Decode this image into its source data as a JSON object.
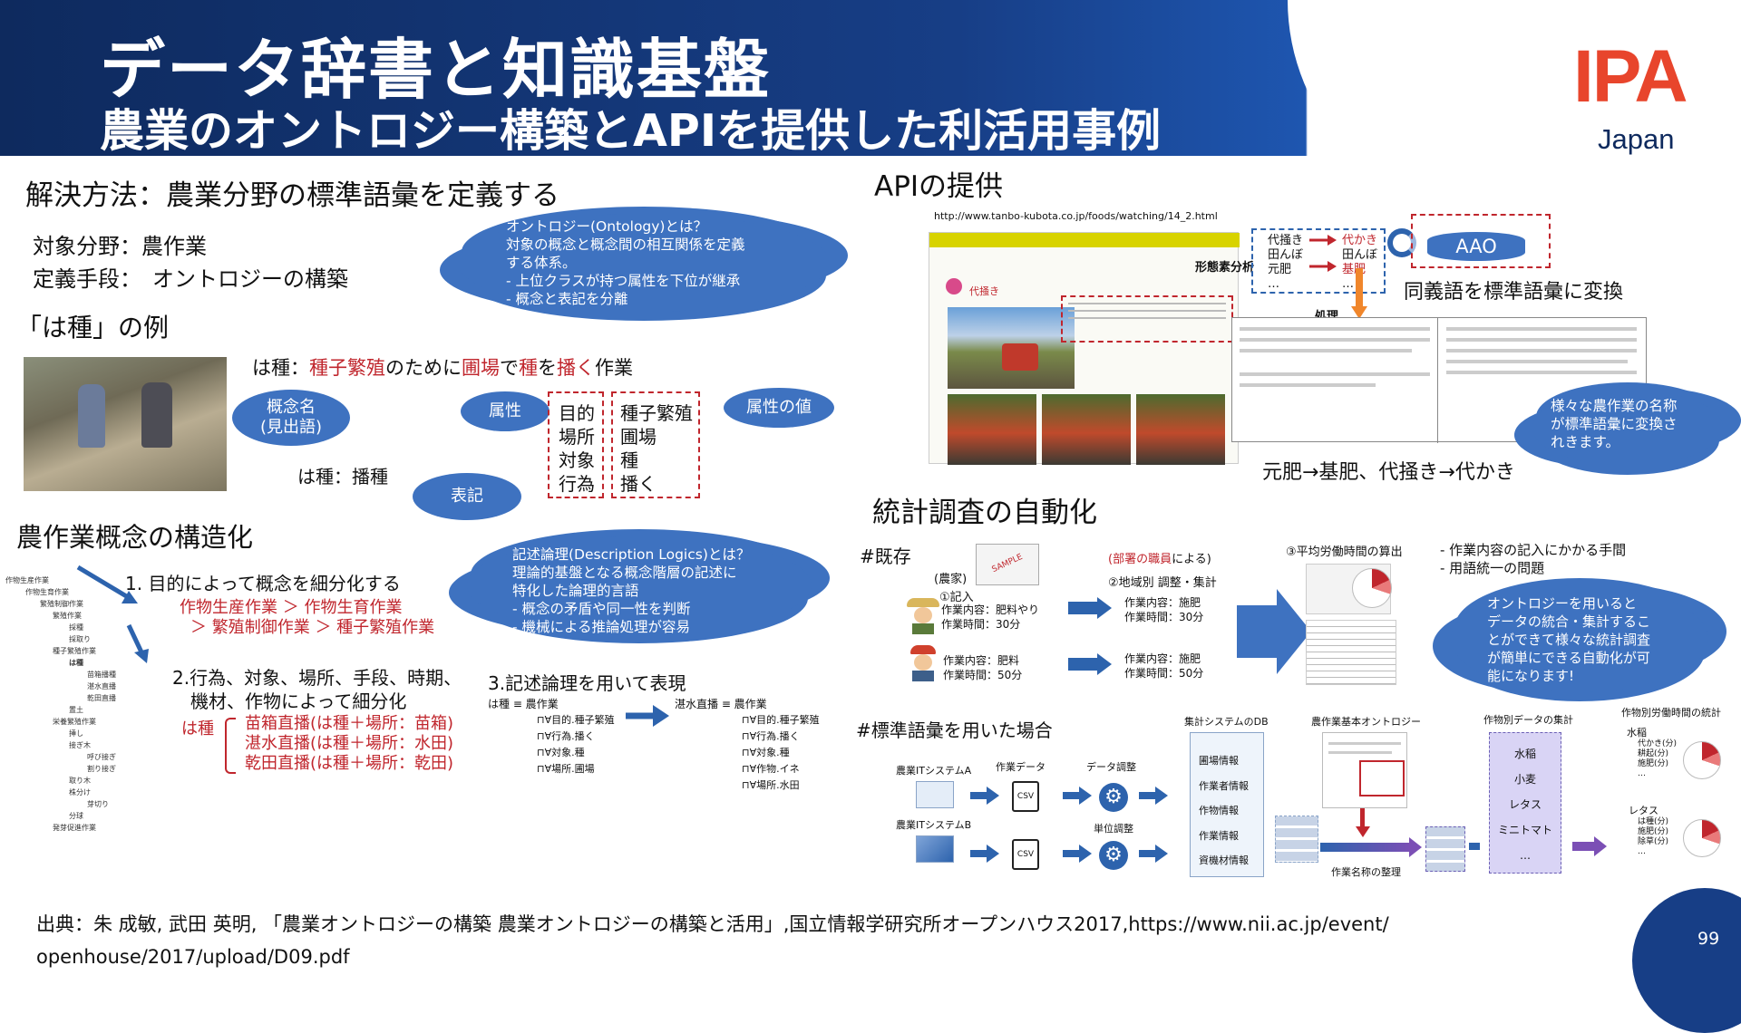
{
  "header": {
    "title": "データ辞書と知識基盤",
    "subtitle": "農業のオントロジー構築とAPIを提供した利活用事例",
    "logo": "IPA",
    "logo_sub": "Japan"
  },
  "left": {
    "solution_heading": "解決方法：農業分野の標準語彙を定義する",
    "target_line": "対象分野：農作業",
    "method_line": "定義手段：　オントロジーの構築",
    "ontology_cloud": [
      "オントロジー(Ontology)とは？",
      "対象の概念と概念間の相互関係を定義",
      "する体系。",
      "- 上位クラスが持つ属性を下位が継承",
      "- 概念と表記を分離"
    ],
    "example_heading": "「は種」の例",
    "example_sentence_pre": "は種：",
    "example_w1": "種子繁殖",
    "example_s1": "のために",
    "example_w2": "圃場",
    "example_s2": "で",
    "example_w3": "種",
    "example_s3": "を",
    "example_w4": "播く",
    "example_s4": "作業",
    "concept_oval": "概念名\n(見出語)",
    "notation_line": "は種：播種",
    "notation_oval": "表記",
    "attr_oval": "属性",
    "attr_value_oval": "属性の値",
    "attrs": [
      "目的",
      "場所",
      "対象",
      "行為"
    ],
    "values": [
      "種子繁殖",
      "圃場",
      "種",
      "播く"
    ],
    "structure_heading": "農作業概念の構造化",
    "step1": "1. 目的によって概念を細分化する",
    "step1_a": "作物生産作業 ＞ 作物生育作業",
    "step1_b": "＞ 繁殖制御作業 ＞ 種子繁殖作業",
    "step2": "2.行為、対象、場所、手段、時期、",
    "step2b": "機材、作物によって細分化",
    "step2_label": "は種",
    "step2_items": [
      "苗箱直播(は種＋場所：苗箱)",
      "湛水直播(は種＋場所：水田)",
      "乾田直播(は種＋場所：乾田)"
    ],
    "dl_cloud": [
      "記述論理(Description Logics)とは？",
      "理論的基盤となる概念階層の記述に",
      "特化した論理的言語",
      "- 概念の矛盾や同一性を判断",
      "- 機械による推論処理が容易"
    ],
    "step3": "3.記述論理を用いて表現",
    "dl_left_head": "は種 ≡ 農作業",
    "dl_left": [
      "⊓∀目的.種子繁殖",
      "⊓∀行為.播く",
      "⊓∀対象.種",
      "⊓∀場所.圃場"
    ],
    "dl_right_head": "湛水直播 ≡ 農作業",
    "dl_right": [
      "⊓∀目的.種子繁殖",
      "⊓∀行為.播く",
      "⊓∀対象.種",
      "⊓∀作物.イネ",
      "⊓∀場所.水田"
    ],
    "tree_items": [
      "作物生産作業",
      "作物生育作業",
      "繁殖制御作業",
      "繁殖作業",
      "採種",
      "採取り",
      "種子繁殖作業",
      "は種",
      "苗箱播種",
      "湛水直播",
      "乾田直播",
      "置土",
      "栄養繁殖作業",
      "挿し",
      "接ぎ木",
      "呼び接ぎ",
      "割り接ぎ",
      "取り木",
      "株分け",
      "芽切り",
      "分球",
      "発芽促進作業"
    ]
  },
  "right": {
    "api_heading": "APIの提供",
    "api_url": "http://www.tanbo-kubota.co.jp/foods/watching/14_2.html",
    "page_tag": "代掻き",
    "morph_label": "形態素分析",
    "words_left": [
      "代掻き",
      "田んぼ",
      "元肥",
      "…"
    ],
    "words_right": [
      "代かき",
      "田んぼ",
      "基肥",
      "…"
    ],
    "aao": "AAO",
    "synonym_line": "同義語を標準語彙に変換",
    "process_label": "処理",
    "convert_cloud": [
      "様々な農作業の名称",
      "が標準語彙に変換さ",
      "れきます。"
    ],
    "conversion_line": "元肥→基肥、代掻き→代かき",
    "stats_heading": "統計調査の自動化",
    "existing_label": "#既存",
    "farmer_label": "(農家)",
    "entry_label": "①記入",
    "staff_label_a": "(部署の職員",
    "staff_label_b": "による)",
    "aggregate_label": "②地域別 調整・集計",
    "avg_label": "③平均労働時間の算出",
    "farmer1_content": "作業内容：肥料やり",
    "farmer1_time": "作業時間：30分",
    "farmer2_content": "作業内容：肥料",
    "farmer2_time": "作業時間：50分",
    "agg1_content": "作業内容：施肥",
    "agg1_time": "作業時間：30分",
    "agg2_content": "作業内容：施肥",
    "agg2_time": "作業時間：50分",
    "stamp": "SAMPLE",
    "issues": [
      "- 作業内容の記入にかかる手間",
      "- 用語統一の問題"
    ],
    "stats_cloud": [
      "オントロジーを用いると",
      "データの統合・集計するこ",
      "とができて様々な統計調査",
      "が簡単にできる自動化が可",
      "能になります!"
    ],
    "std_label": "#標準語彙を用いた場合",
    "sysA": "農業ITシステムA",
    "sysB": "農業ITシステムB",
    "work_data": "作業データ",
    "data_adjust": "データ調整",
    "unit_adjust": "単位調整",
    "csv": "CSV",
    "db_label": "集計システムのDB",
    "db_items": [
      "圃場情報",
      "作業者情報",
      "作物情報",
      "作業情報",
      "資機材情報"
    ],
    "ontology_label": "農作業基本オントロジー",
    "rename_label": "作業名称の整理",
    "crop_agg_label": "作物別データの集計",
    "crops": [
      "水稲",
      "小麦",
      "レタス",
      "ミニトマト",
      "…"
    ],
    "crop_stats_label": "作物別労働時間の統計",
    "stat1_head": "水稲",
    "stat1_items": [
      "代かき(分)",
      "耕起(分)",
      "施肥(分)",
      "…"
    ],
    "stat2_head": "レタス",
    "stat2_items": [
      "は種(分)",
      "施肥(分)",
      "除草(分)",
      "…"
    ]
  },
  "footer": {
    "citation_line1": "出典：朱 成敏, 武田 英明, 「農業オントロジーの構築 農業オントロジーの構築と活用」,国立情報学研究所オープンハウス2017,https://www.nii.ac.jp/event/",
    "citation_line2": "openhouse/2017/upload/D09.pdf",
    "page_number": "99"
  }
}
